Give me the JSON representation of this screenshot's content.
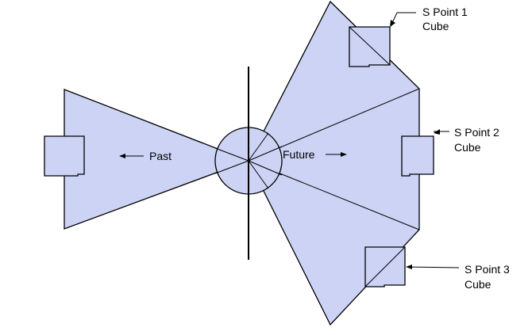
{
  "colors": {
    "fill": "#ccd3f5",
    "stroke": "#000000",
    "background": "#ffffff"
  },
  "labels": {
    "past": "Past",
    "future": "Future",
    "s_point_1_line1": "S Point 1",
    "s_point_1_line2": "Cube",
    "s_point_2_line1": "S Point 2",
    "s_point_2_line2": "Cube",
    "s_point_3_line1": "S Point 3",
    "s_point_3_line2": "Cube"
  }
}
